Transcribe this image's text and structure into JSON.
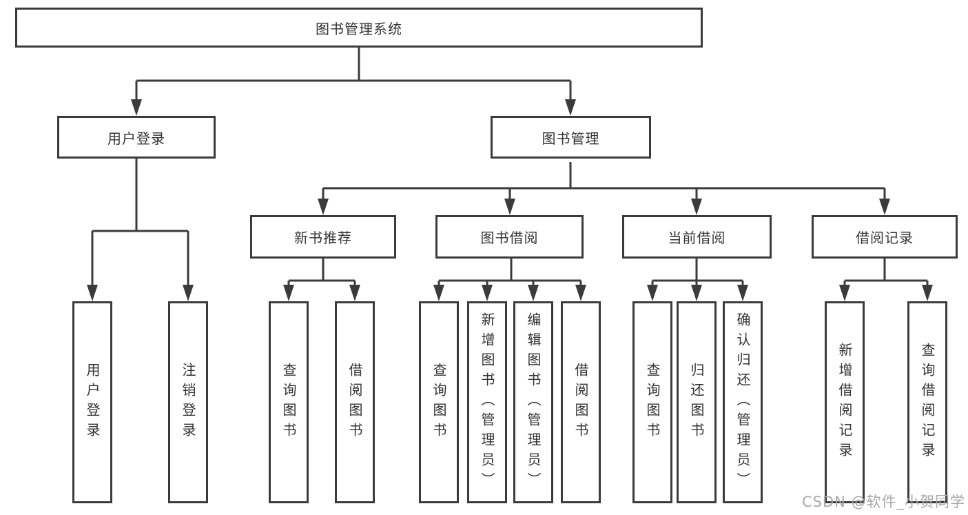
{
  "diagram": {
    "title": "图书管理系统",
    "branches": [
      {
        "label": "用户登录",
        "leaves": [
          "用户登录",
          "注销登录"
        ]
      },
      {
        "label": "图书管理",
        "sections": [
          {
            "label": "新书推荐",
            "leaves": [
              "查询图书",
              "借阅图书"
            ]
          },
          {
            "label": "图书借阅",
            "leaves": [
              "查询图书",
              "新增图书（管理员）",
              "编辑图书（管理员）",
              "借阅图书"
            ]
          },
          {
            "label": "当前借阅",
            "leaves": [
              "查询图书",
              "归还图书",
              "确认归还（管理员）"
            ]
          },
          {
            "label": "借阅记录",
            "leaves": [
              "新增借阅记录",
              "查询借阅记录"
            ]
          }
        ]
      }
    ]
  },
  "watermark": {
    "text": "CSDN @软件_小贺同学"
  },
  "colors": {
    "line": "#3b3b3b",
    "text": "#333333",
    "watermark": "#a8a8a8",
    "background": "#ffffff"
  }
}
